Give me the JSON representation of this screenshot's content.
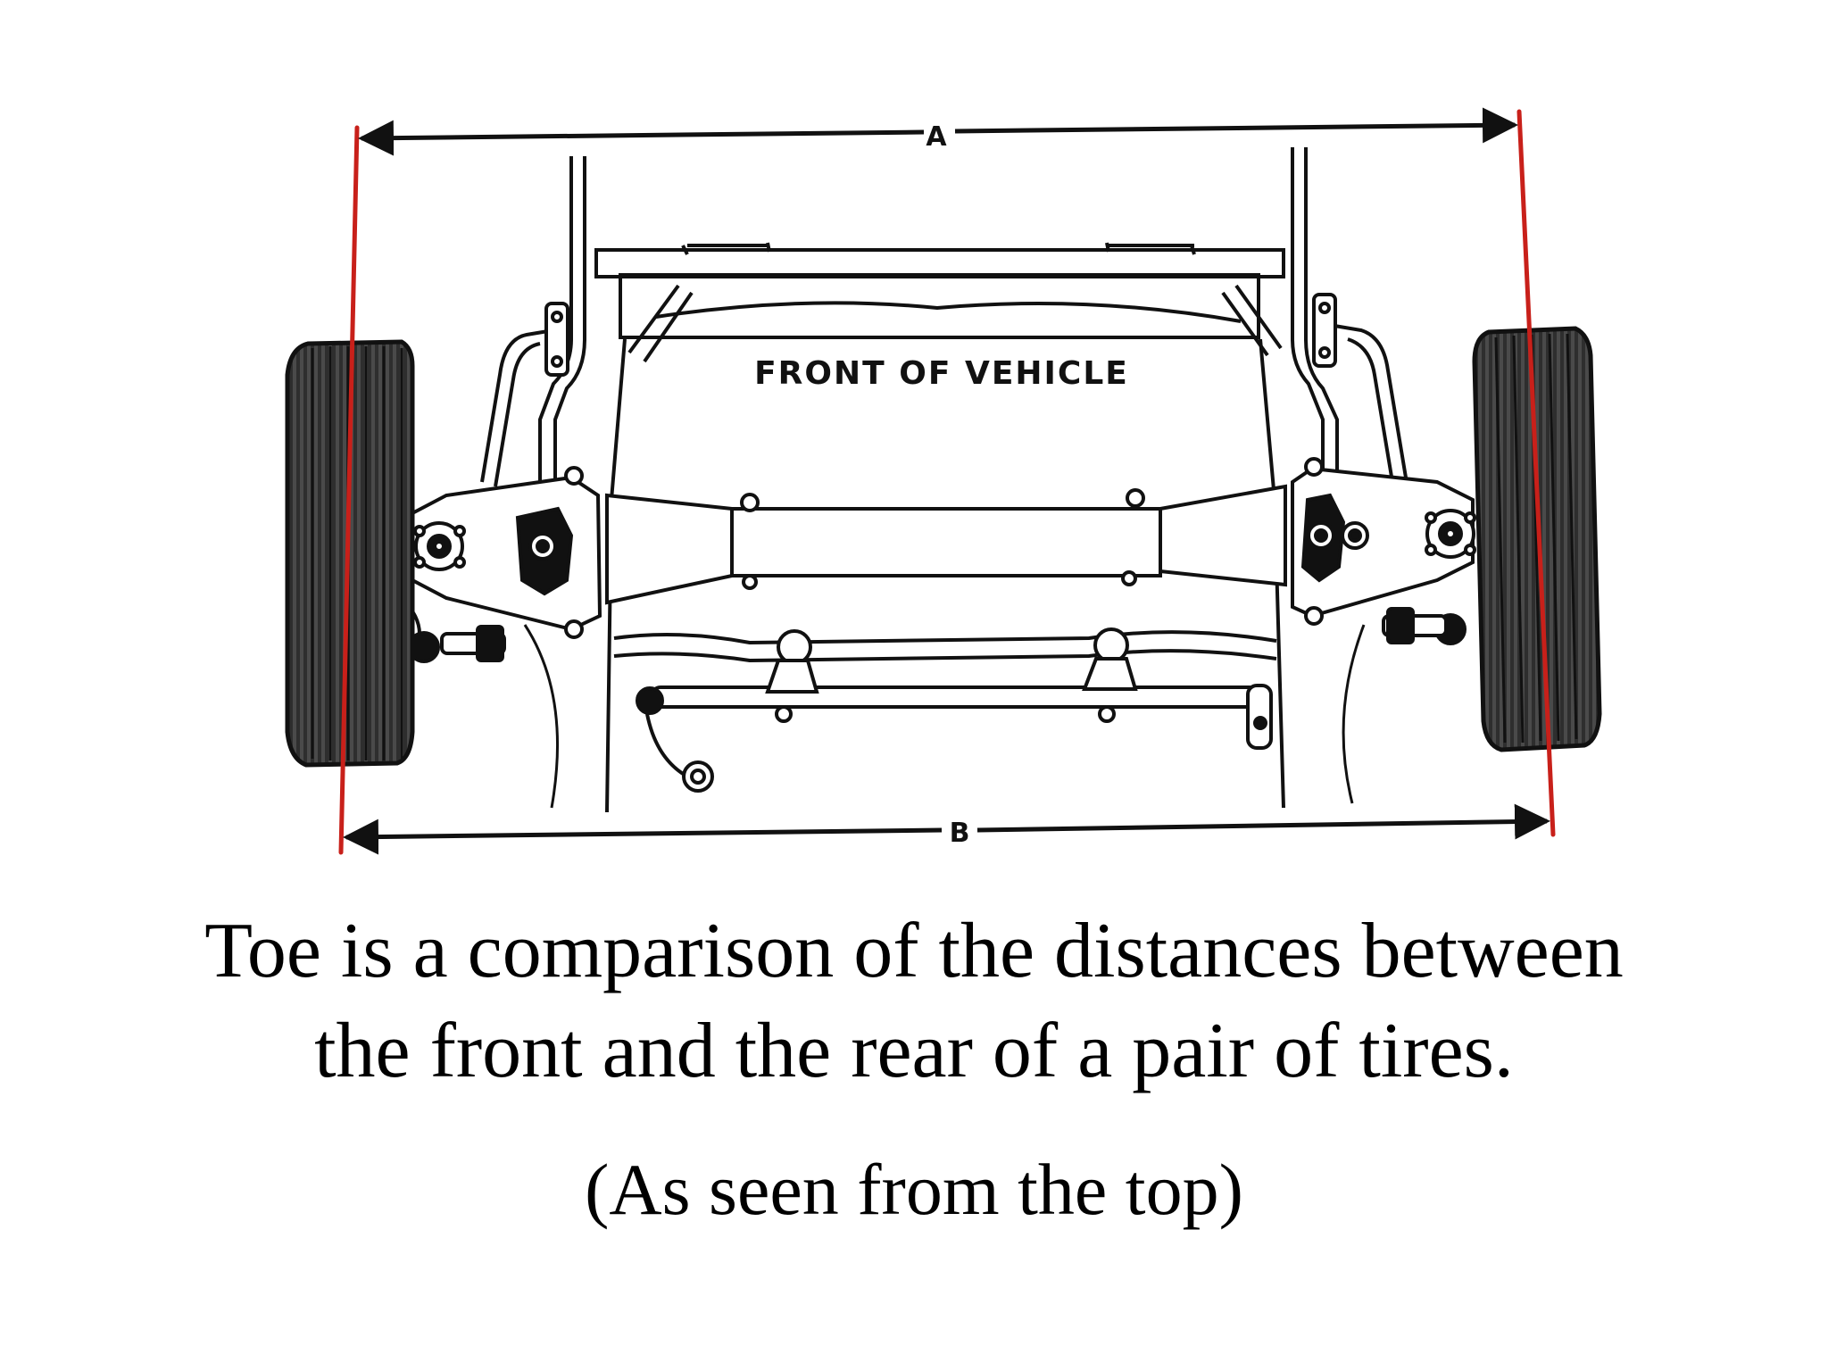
{
  "diagram": {
    "front_label": "FRONT OF VEHICLE",
    "dimension_a_label": "A",
    "dimension_b_label": "B",
    "colors": {
      "reference_lines": "#c8201a",
      "ink": "#111111",
      "tire": "#3a3a3a"
    }
  },
  "caption": {
    "line1": "Toe is a comparison of the distances between",
    "line2": "the front and the rear of a pair of tires.",
    "sub": "(As seen from the top)"
  }
}
